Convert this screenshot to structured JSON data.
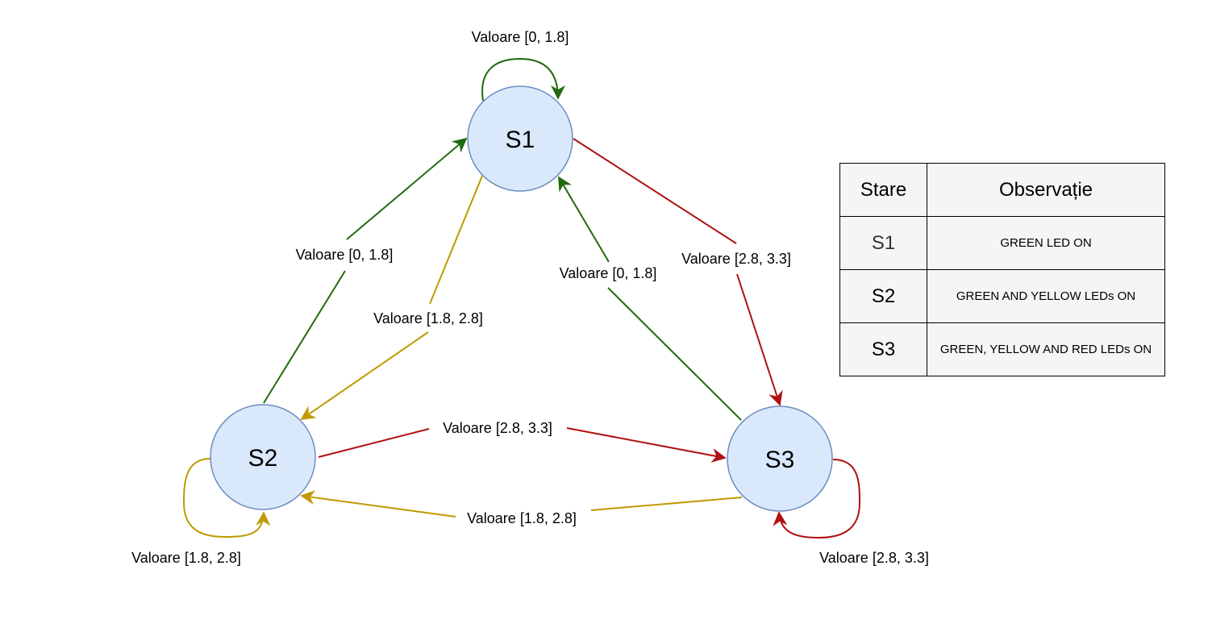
{
  "colors": {
    "green": "#1f6b0e",
    "yellow": "#bf9a00",
    "red": "#b01010",
    "node_fill": "#dae8fc",
    "node_stroke": "#6c8ebf"
  },
  "nodes": [
    {
      "id": "s1",
      "label": "S1"
    },
    {
      "id": "s2",
      "label": "S2"
    },
    {
      "id": "s3",
      "label": "S3"
    }
  ],
  "edges": [
    {
      "id": "s1-self",
      "label": "Valoare [0, 1.8]",
      "color": "green"
    },
    {
      "id": "s2-to-s1",
      "label": "Valoare [0, 1.8]",
      "color": "green"
    },
    {
      "id": "s1-to-s2",
      "label": "Valoare [1.8, 2.8]",
      "color": "yellow"
    },
    {
      "id": "s3-to-s1",
      "label": "Valoare [0, 1.8]",
      "color": "green"
    },
    {
      "id": "s1-to-s3",
      "label": "Valoare [2.8, 3.3]",
      "color": "red"
    },
    {
      "id": "s2-to-s3",
      "label": "Valoare [2.8, 3.3]",
      "color": "red"
    },
    {
      "id": "s3-to-s2",
      "label": "Valoare [1.8, 2.8]",
      "color": "yellow"
    },
    {
      "id": "s2-self",
      "label": "Valoare [1.8, 2.8]",
      "color": "yellow"
    },
    {
      "id": "s3-self",
      "label": "Valoare [2.8, 3.3]",
      "color": "red"
    }
  ],
  "table": {
    "headers": [
      "Stare",
      "Observație"
    ],
    "rows": [
      [
        "S1",
        "GREEN LED ON"
      ],
      [
        "S2",
        "GREEN AND YELLOW LEDs ON"
      ],
      [
        "S3",
        "GREEN, YELLOW AND RED LEDs ON"
      ]
    ]
  }
}
